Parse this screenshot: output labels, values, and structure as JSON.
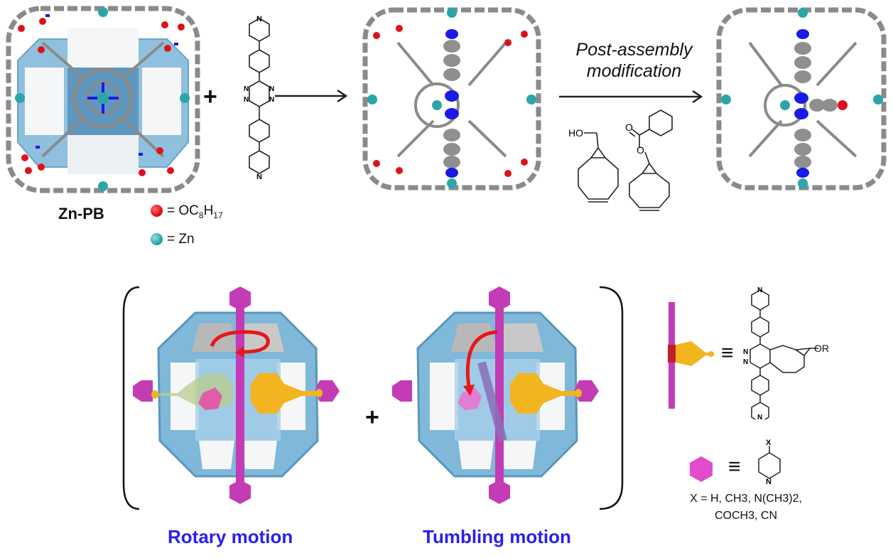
{
  "figure": {
    "top_row": {
      "cage_label": "Zn-PB",
      "legend": [
        {
          "symbol": "red-sphere",
          "color": "#e0101a",
          "text_main": "= OC",
          "sub1": "8",
          "text_mid": "H",
          "sub2": "17"
        },
        {
          "symbol": "teal-sphere",
          "color": "#2aa6a8",
          "text_main": "= Zn"
        }
      ],
      "plus": "+",
      "linker_atoms": {
        "n": "N"
      },
      "arrow_step_1": "→",
      "step_2_label_line1": "Post-assembly",
      "step_2_label_line2": "modification",
      "reagents": [
        {
          "name": "BCN-OH",
          "substituent": "HO"
        },
        {
          "name": "BCN-benzoate",
          "substituent": "O"
        }
      ]
    },
    "bottom_row": {
      "plus": "+",
      "motions": [
        {
          "label": "Rotary motion"
        },
        {
          "label": "Tumbling motion"
        }
      ],
      "key": {
        "equiv": "≡",
        "rotor_substituent": "OR",
        "hexagon_substituent": "X",
        "x_values_line1": "X = H, CH3, N(CH3)2,",
        "x_values_line2": "COCH3, CN"
      }
    },
    "colors": {
      "cage_blue": "#7fb8d9",
      "cage_dark": "#5a96bd",
      "magenta": "#d63fc0",
      "gold": "#f2b41f",
      "arrow_red": "#e8161b",
      "motion_label_blue": "#2a1ef0",
      "zn_teal": "#2aa6a8",
      "o_red": "#e0101a",
      "n_blue": "#1a1ae6",
      "bond_gray": "#8a8a8a"
    }
  }
}
